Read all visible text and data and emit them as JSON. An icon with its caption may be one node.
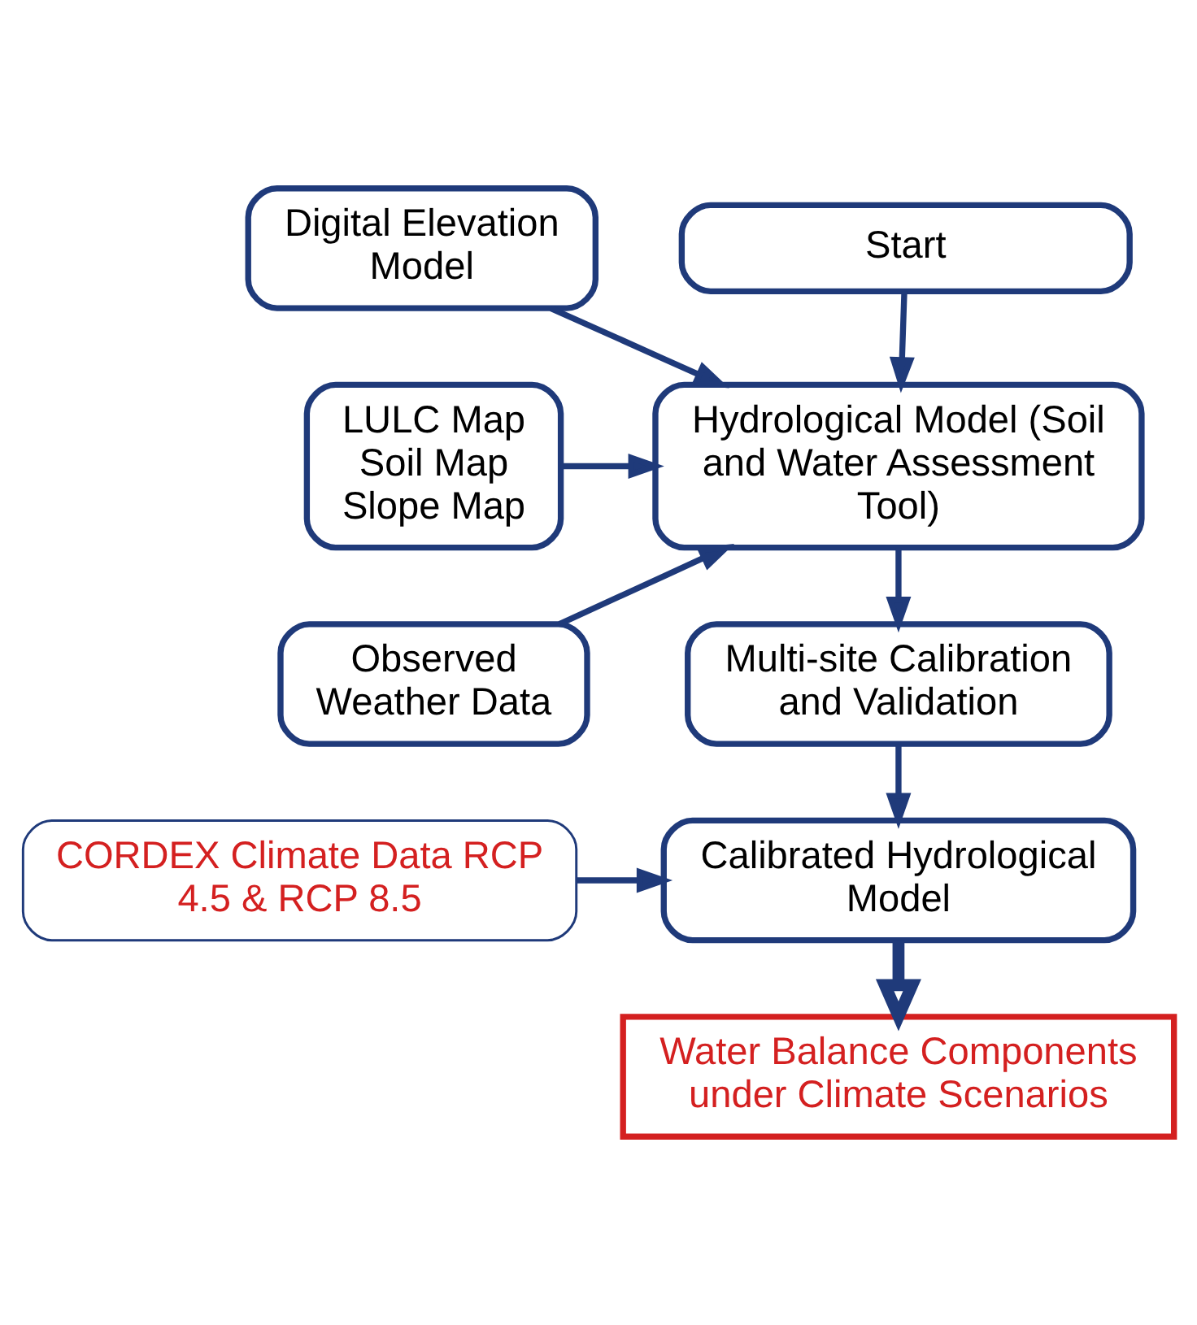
{
  "diagram": {
    "nodes": [
      {
        "text": [
          "Start"
        ]
      },
      {
        "text": [
          "Digital Elevation Model"
        ]
      },
      {
        "text": [
          "LULC Map Soil Map Slope Map"
        ]
      },
      {
        "text": [
          "Hydrological Model (Soil and Water Assessment Tool)"
        ]
      },
      {
        "text": [
          "Observed Weather Data"
        ]
      },
      {
        "text": [
          "Multi-site Calibration and Validation"
        ]
      },
      {
        "text": [
          "CORDEX Climate Data RCP 4.5 & RCP 8.5"
        ]
      },
      {
        "text": [
          "Calibrated Hydrological Model"
        ]
      },
      {
        "text": [
          "Water Balance Components under Climate Scenarios"
        ]
      }
    ],
    "edges": [
      {
        "from": 0,
        "to": 3,
        "arrow": "to"
      },
      {
        "from": 1,
        "to": 3,
        "arrow": "to"
      },
      {
        "from": 2,
        "to": 3,
        "arrow": "to"
      },
      {
        "from": 4,
        "to": 3,
        "arrow": "to"
      },
      {
        "from": 3,
        "to": 5,
        "arrow": "to"
      },
      {
        "from": 5,
        "to": 7,
        "arrow": "to"
      },
      {
        "from": 6,
        "to": 7,
        "arrow": "to"
      },
      {
        "from": 7,
        "to": 8,
        "arrow": "to",
        "style": "thick"
      }
    ]
  }
}
